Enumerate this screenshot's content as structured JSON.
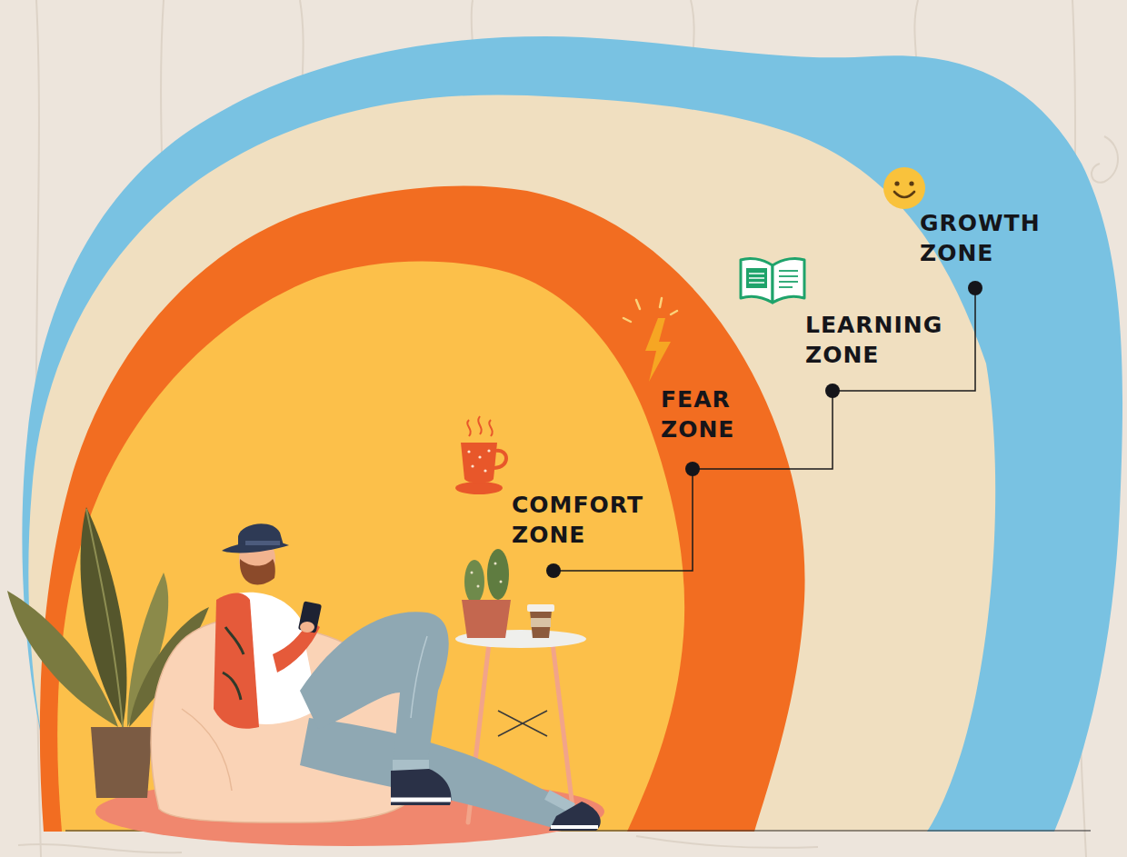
{
  "diagram": {
    "nodes": [
      {
        "text": [
          "GROWTH ZONE"
        ]
      },
      {
        "text": [
          "LEARNING ZONE"
        ],
        "in": 0
      },
      {
        "text": [
          "FEAR ZONE"
        ],
        "in": 1
      },
      {
        "text": [
          "COMFORT ZONE"
        ],
        "in": 2
      }
    ]
  }
}
